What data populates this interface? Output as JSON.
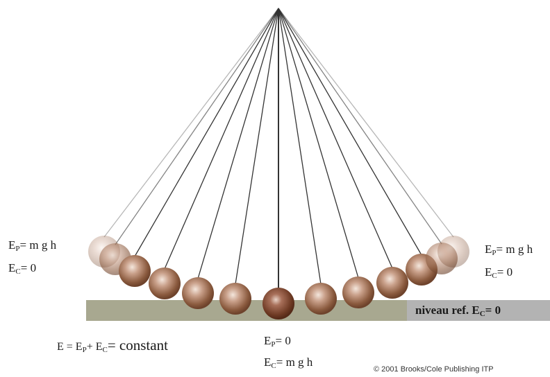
{
  "left_label": {
    "ep_prefix": "E",
    "ep_sub": "P",
    "ep_suffix": "= m g h",
    "ec_prefix": "E",
    "ec_sub": "C",
    "ec_suffix": "= 0"
  },
  "right_label": {
    "ep_prefix": "E",
    "ep_sub": "P",
    "ep_suffix": "= m g h",
    "ec_prefix": "E",
    "ec_sub": "C",
    "ec_suffix": "= 0"
  },
  "bottom_label": {
    "ep_prefix": "E",
    "ep_sub": "P",
    "ep_suffix": "= 0",
    "ec_prefix": "E",
    "ec_sub": "C",
    "ec_suffix": "= m g h"
  },
  "reference": {
    "text": "niveau ref. E",
    "sub": "C",
    "suffix": "= 0"
  },
  "equation": {
    "e": "E = E",
    "p_sub": "P",
    "plus": "+ E",
    "c_sub": "C",
    "rest": "= constant"
  },
  "copyright": "© 2001 Brooks/Cole Publishing ITP",
  "colors": {
    "ball": "#9a6a4c",
    "ball_light": "#e8d2c2",
    "floor": "#a8a890",
    "string": "#333333",
    "ref_box": "#b3b3b3"
  },
  "pendulum": {
    "positions": 13,
    "fading_ends": true
  }
}
